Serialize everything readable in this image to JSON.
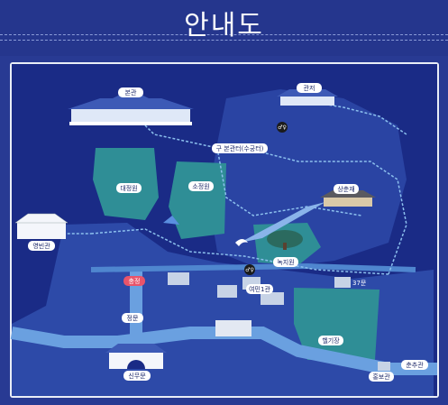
{
  "title": "안내도",
  "colors": {
    "background": "#283a93",
    "map_water": "#1a2b86",
    "road": "#4f86cf",
    "green": "#2f8e96",
    "label_bg": "#ffffff",
    "label_text": "#1f2b6b",
    "red_marker": "#e8546a"
  },
  "places": {
    "bongwan": "본관",
    "gwanjeo": "관저",
    "gu_bongwanteo": "구 본관터(수궁터)",
    "daejeongwon": "대정원",
    "sochunwon": "소정원",
    "sangchunjae": "상춘재",
    "yeongbingwan": "영빈관",
    "nokjiwon": "녹지원",
    "chunchugwan_area": "37문",
    "hyoja_gate": "춘추관",
    "ceremony": "헬기장",
    "yeomin1": "여민1관",
    "jeongmun": "정문",
    "sinmumun": "신무문",
    "chungsim": "충정",
    "hongbogwan": "홍보관"
  },
  "icons": {
    "restroom_1": "restroom-icon",
    "restroom_2": "restroom-icon",
    "bird": "bird-icon",
    "tree": "tree-icon"
  }
}
